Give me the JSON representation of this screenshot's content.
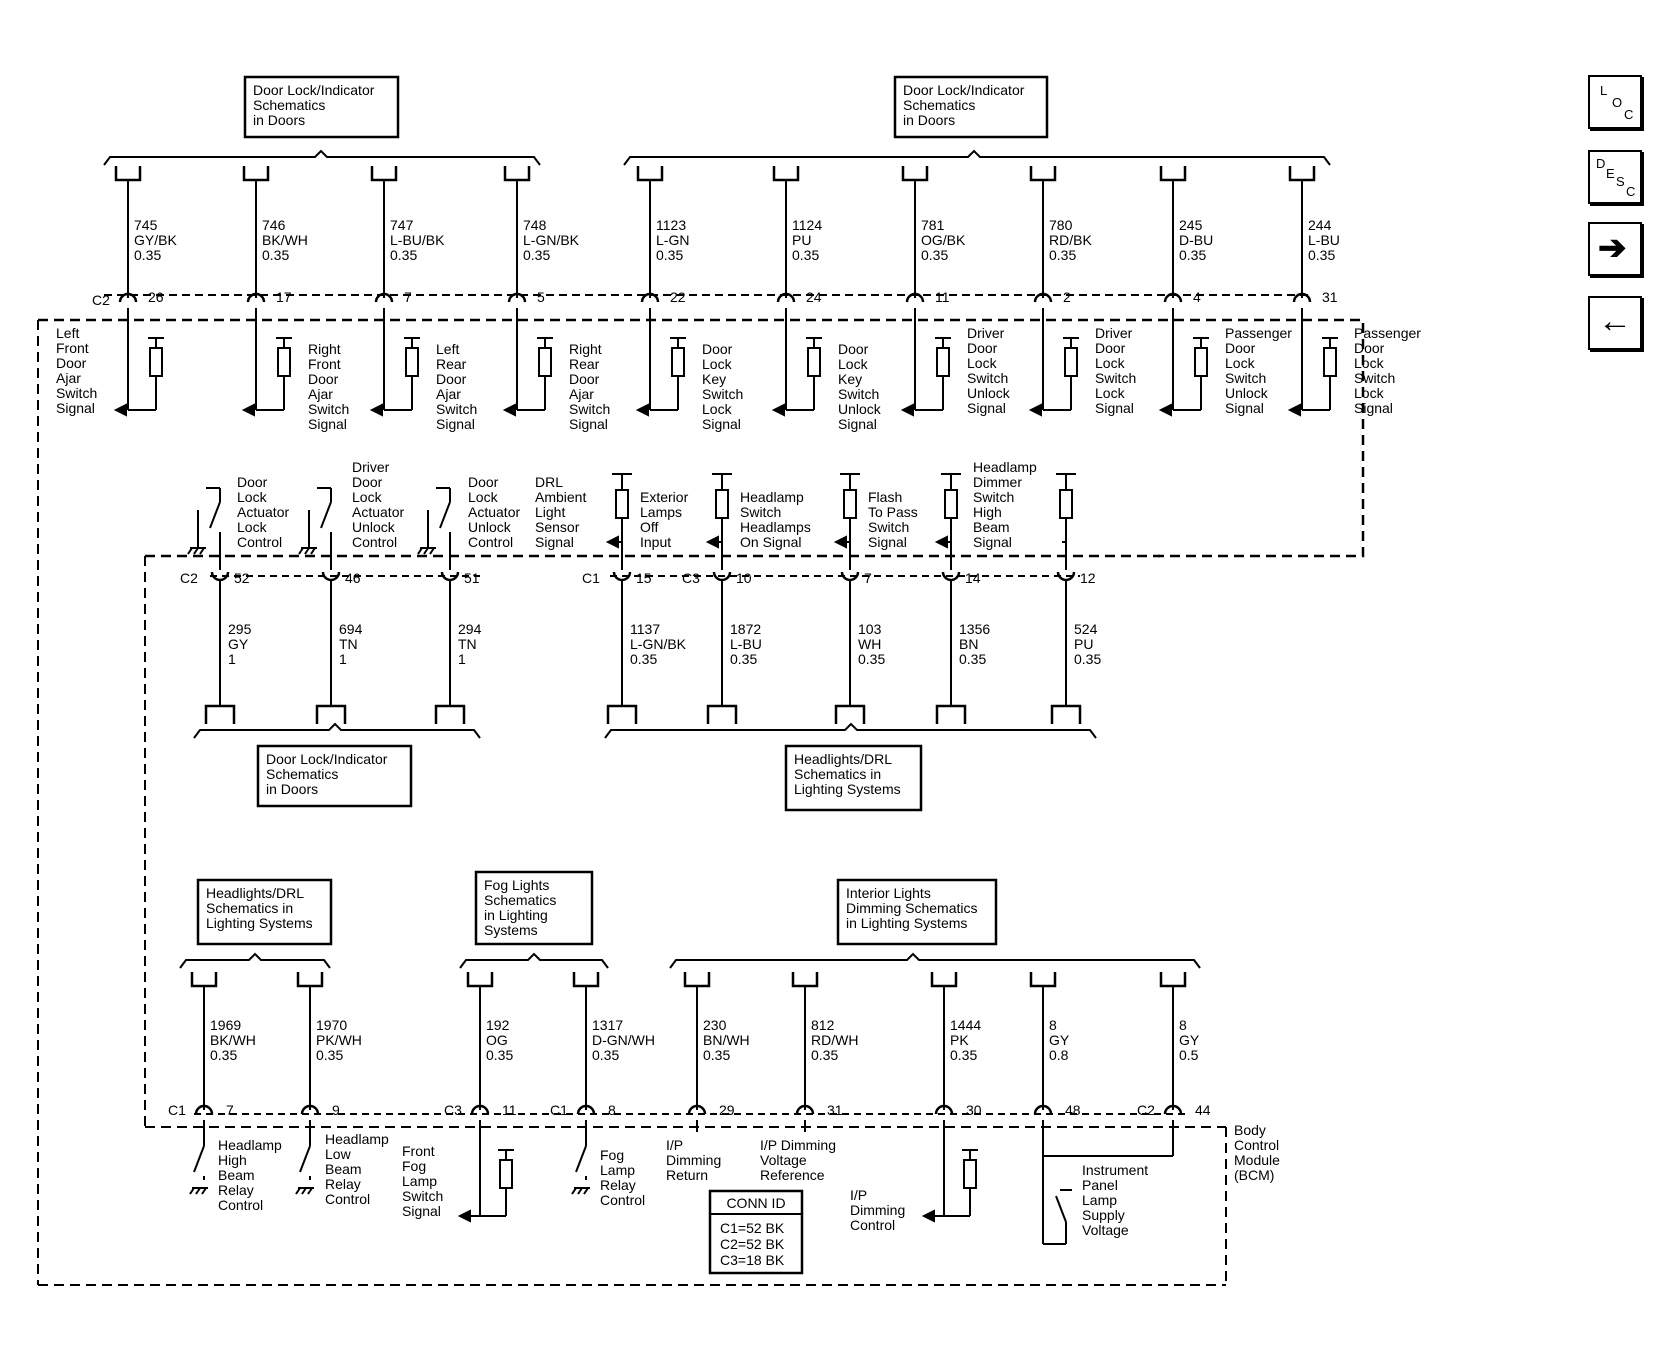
{
  "ref_boxes": [
    {
      "text": "Door Lock/Indicator\nSchematics\nin Doors"
    },
    {
      "text": "Door Lock/Indicator\nSchematics\nin Doors"
    },
    {
      "text": "Door Lock/Indicator\nSchematics\nin Doors"
    },
    {
      "text": "Headlights/DRL\nSchematics in\nLighting Systems"
    },
    {
      "text": "Headlights/DRL\nSchematics in\nLighting Systems"
    },
    {
      "text": "Fog Lights\nSchematics\nin Lighting\nSystems"
    },
    {
      "text": "Interior Lights\nDimming Schematics\nin Lighting Systems"
    }
  ],
  "top_wires": [
    {
      "circuit": "745",
      "color": "GY/BK",
      "size": "0.35",
      "pin": "26"
    },
    {
      "circuit": "746",
      "color": "BK/WH",
      "size": "0.35",
      "pin": "17"
    },
    {
      "circuit": "747",
      "color": "L-BU/BK",
      "size": "0.35",
      "pin": "7"
    },
    {
      "circuit": "748",
      "color": "L-GN/BK",
      "size": "0.35",
      "pin": "5"
    },
    {
      "circuit": "1123",
      "color": "L-GN",
      "size": "0.35",
      "pin": "22"
    },
    {
      "circuit": "1124",
      "color": "PU",
      "size": "0.35",
      "pin": "24"
    },
    {
      "circuit": "781",
      "color": "OG/BK",
      "size": "0.35",
      "pin": "11"
    },
    {
      "circuit": "780",
      "color": "RD/BK",
      "size": "0.35",
      "pin": "2"
    },
    {
      "circuit": "245",
      "color": "D-BU",
      "size": "0.35",
      "pin": "4"
    },
    {
      "circuit": "244",
      "color": "L-BU",
      "size": "0.35",
      "pin": "31"
    }
  ],
  "top_connector": "C2",
  "top_signals": [
    "Left\nFront\nDoor\nAjar\nSwitch\nSignal",
    "Right\nFront\nDoor\nAjar\nSwitch\nSignal",
    "Left\nRear\nDoor\nAjar\nSwitch\nSignal",
    "Right\nRear\nDoor\nAjar\nSwitch\nSignal",
    "Door\nLock\nKey\nSwitch\nLock\nSignal",
    "Door\nLock\nKey\nSwitch\nUnlock\nSignal",
    "Driver\nDoor\nLock\nSwitch\nUnlock\nSignal",
    "Driver\nDoor\nLock\nSwitch\nLock\nSignal",
    "Passenger\nDoor\nLock\nSwitch\nUnlock\nSignal",
    "Passenger\nDoor\nLock\nSwitch\nLock\nSignal"
  ],
  "mid_signals": [
    "Door\nLock\nActuator\nLock\nControl",
    "Driver\nDoor\nLock\nActuator\nUnlock\nControl",
    "Door\nLock\nActuator\nUnlock\nControl",
    "DRL\nAmbient\nLight\nSensor\nSignal",
    "Exterior\nLamps\nOff\nInput",
    "Headlamp\nSwitch\nHeadlamps\nOn Signal",
    "Flash\nTo Pass\nSwitch\nSignal",
    "Headlamp\nDimmer\nSwitch\nHigh\nBeam\nSignal"
  ],
  "mid_wires": [
    {
      "conn": "C2",
      "pin": "52",
      "circuit": "295",
      "color": "GY",
      "size": "1"
    },
    {
      "conn": "",
      "pin": "46",
      "circuit": "694",
      "color": "TN",
      "size": "1"
    },
    {
      "conn": "",
      "pin": "51",
      "circuit": "294",
      "color": "TN",
      "size": "1"
    },
    {
      "conn": "C1",
      "pin": "15",
      "circuit": "1137",
      "color": "L-GN/BK",
      "size": "0.35"
    },
    {
      "conn": "C3",
      "pin": "10",
      "circuit": "1872",
      "color": "L-BU",
      "size": "0.35"
    },
    {
      "conn": "",
      "pin": "7",
      "circuit": "103",
      "color": "WH",
      "size": "0.35"
    },
    {
      "conn": "",
      "pin": "14",
      "circuit": "1356",
      "color": "BN",
      "size": "0.35"
    },
    {
      "conn": "",
      "pin": "12",
      "circuit": "524",
      "color": "PU",
      "size": "0.35"
    }
  ],
  "bot_wires": [
    {
      "conn": "C1",
      "pin": "7",
      "circuit": "1969",
      "color": "BK/WH",
      "size": "0.35"
    },
    {
      "conn": "",
      "pin": "9",
      "circuit": "1970",
      "color": "PK/WH",
      "size": "0.35"
    },
    {
      "conn": "C3",
      "pin": "11",
      "circuit": "192",
      "color": "OG",
      "size": "0.35"
    },
    {
      "conn": "C1",
      "pin": "8",
      "circuit": "1317",
      "color": "D-GN/WH",
      "size": "0.35"
    },
    {
      "conn": "",
      "pin": "29",
      "circuit": "230",
      "color": "BN/WH",
      "size": "0.35"
    },
    {
      "conn": "",
      "pin": "31",
      "circuit": "812",
      "color": "RD/WH",
      "size": "0.35"
    },
    {
      "conn": "",
      "pin": "30",
      "circuit": "1444",
      "color": "PK",
      "size": "0.35"
    },
    {
      "conn": "",
      "pin": "48",
      "circuit": "8",
      "color": "GY",
      "size": "0.8"
    },
    {
      "conn": "C2",
      "pin": "44",
      "circuit": "8",
      "color": "GY",
      "size": "0.5"
    }
  ],
  "bot_signals": [
    "Headlamp\nHigh\nBeam\nRelay\nControl",
    "Headlamp\nLow\nBeam\nRelay\nControl",
    "Front\nFog\nLamp\nSwitch\nSignal",
    "Fog\nLamp\nRelay\nControl",
    "I/P\nDimming\nReturn",
    "I/P Dimming\nVoltage\nReference",
    "I/P\nDimming\nControl",
    "Instrument\nPanel\nLamp\nSupply\nVoltage"
  ],
  "module_label": "Body\nControl\nModule\n(BCM)",
  "conn_id": {
    "title": "CONN ID",
    "lines": [
      "C1=52 BK",
      "C2=52 BK",
      "C3=18 BK"
    ]
  },
  "nav": {
    "loc": {
      "a": "L",
      "b": "O",
      "c": "C"
    },
    "desc": {
      "a": "D",
      "b": "E",
      "c": "S",
      "d": "C"
    },
    "next_arrow": "➔",
    "prev_arrow": "←"
  }
}
